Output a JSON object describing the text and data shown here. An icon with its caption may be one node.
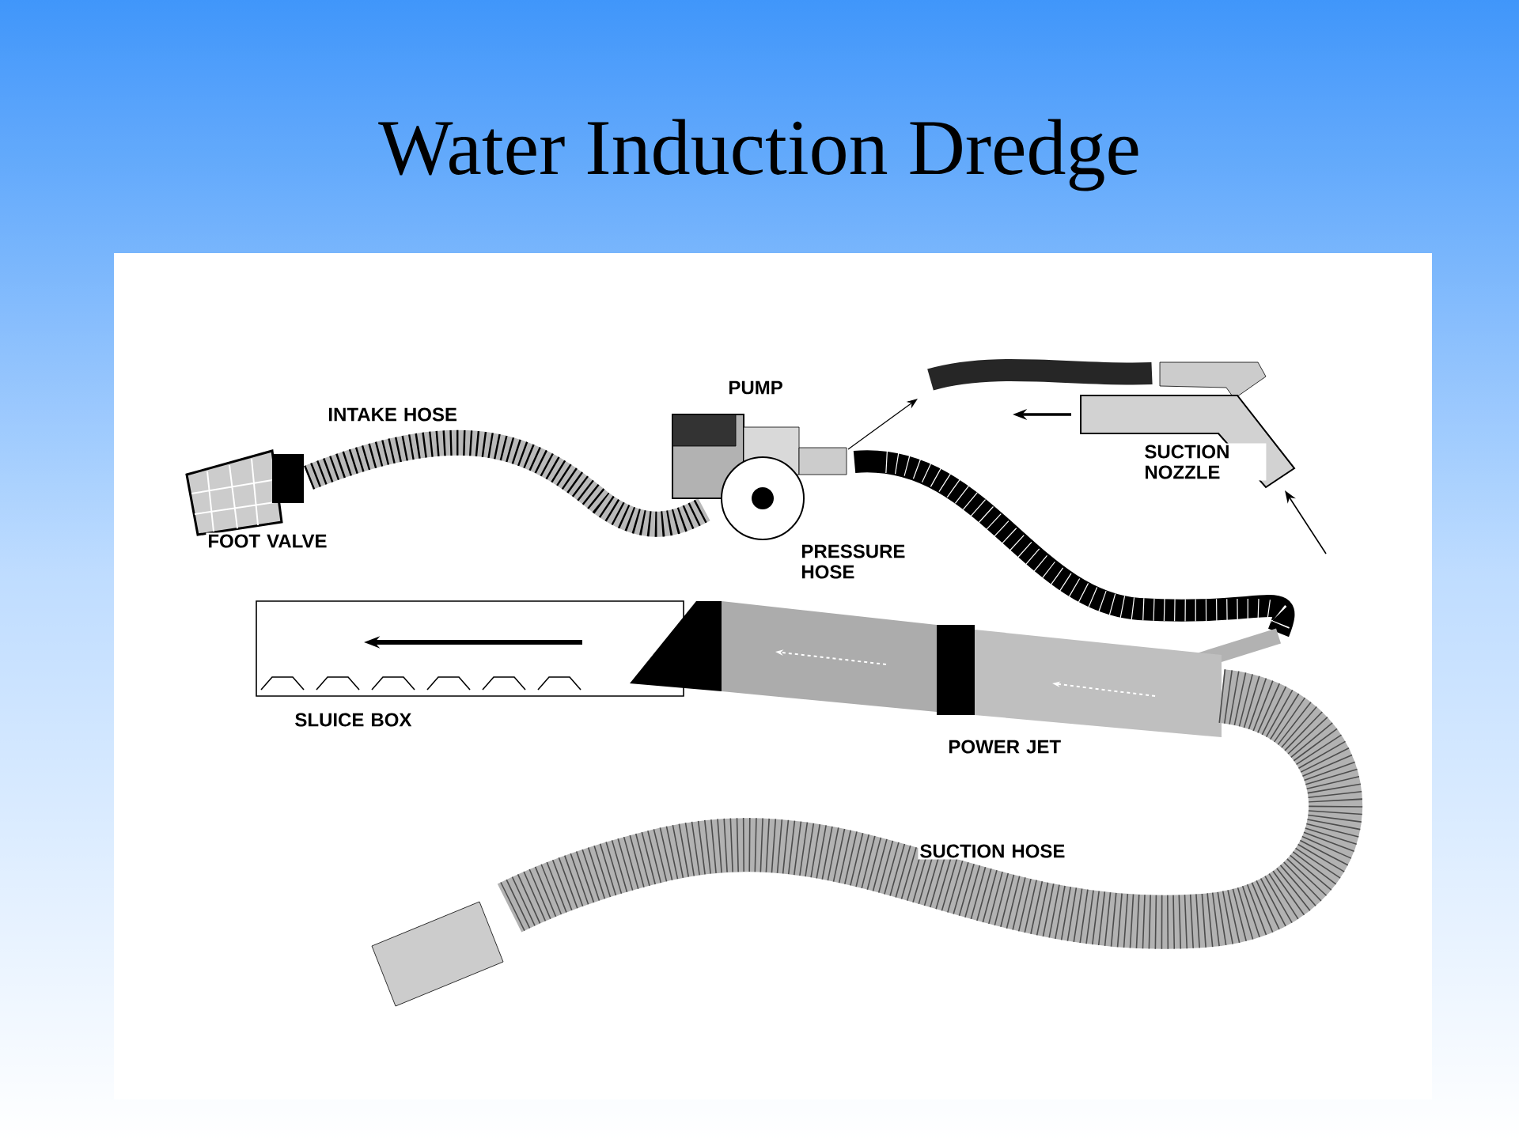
{
  "diagram": {
    "title": "Water Induction Dredge",
    "labels": [
      "INTAKE HOSE",
      "PUMP",
      "SUCTION NOZZLE",
      "FOOT VALVE",
      "PRESSURE HOSE",
      "SLUICE BOX",
      "POWER JET",
      "SUCTION HOSE"
    ]
  }
}
